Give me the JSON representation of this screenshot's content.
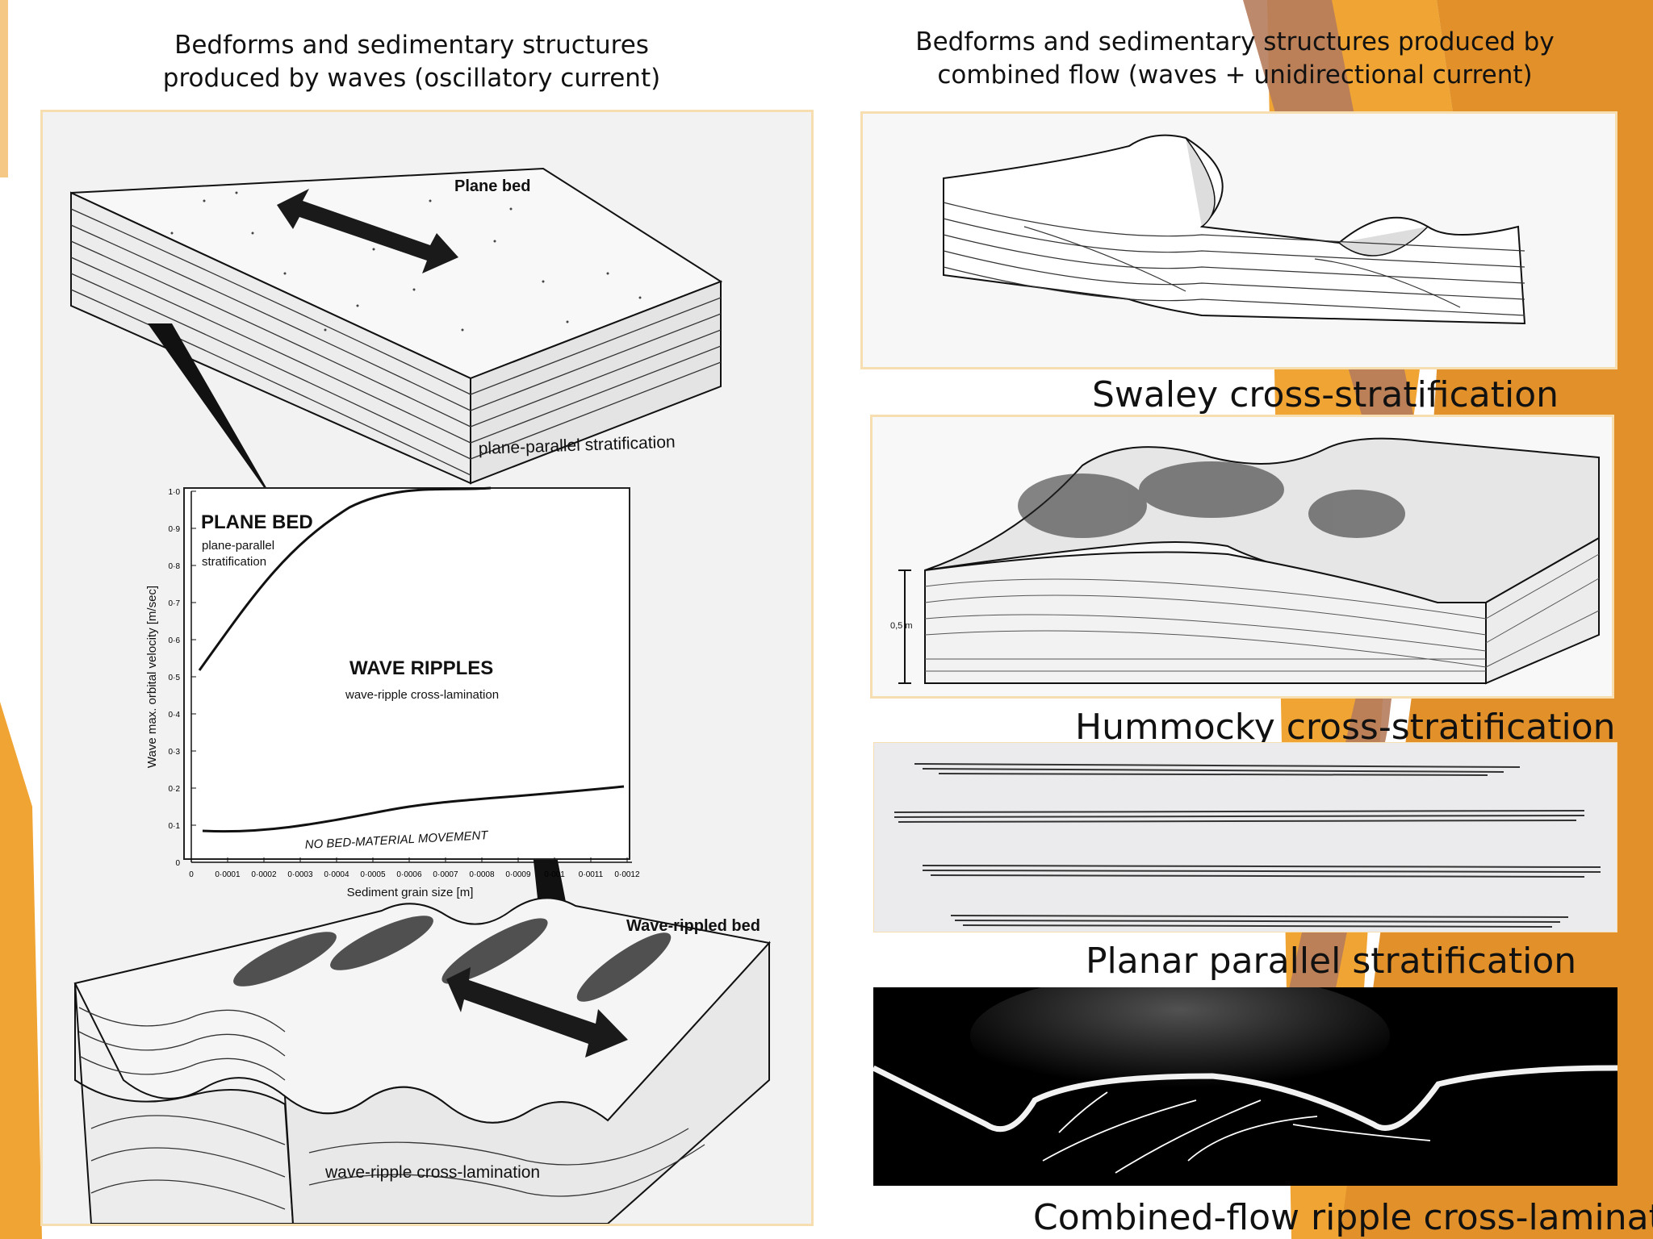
{
  "headings": {
    "left": "Bedforms and sedimentary structures produced by waves (oscillatory current)",
    "right": "Bedforms and sedimentary structures produced by combined flow (waves + unidirectional current)"
  },
  "left_figure": {
    "plane_bed_label": "Plane bed",
    "plane_parallel_label": "plane-parallel stratification",
    "wave_rippled_bed_label": "Wave-rippled bed",
    "wave_ripple_xlam_label": "wave-ripple cross-lamination",
    "chart": {
      "region_plane_bed": "PLANE BED",
      "region_plane_bed_sub_1": "plane-parallel",
      "region_plane_bed_sub_2": "stratification",
      "region_wave_ripples": "WAVE RIPPLES",
      "region_wave_ripples_sub": "wave-ripple cross-lamination",
      "region_no_movement": "NO BED-MATERIAL MOVEMENT",
      "ylabel": "Wave max. orbital velocity [m/sec]",
      "xlabel": "Sediment grain size [m]",
      "y_ticks": [
        "0",
        "0·1",
        "0·2",
        "0·3",
        "0·4",
        "0·5",
        "0·6",
        "0·7",
        "0·8",
        "0·9",
        "1·0"
      ],
      "x_ticks": [
        "0",
        "0·0001",
        "0·0002",
        "0·0003",
        "0·0004",
        "0·0005",
        "0·0006",
        "0·0007",
        "0·0008",
        "0·0009",
        "0·001",
        "0·0011",
        "0·0012"
      ]
    }
  },
  "right_panels": {
    "swaley_caption": "Swaley cross-stratification",
    "hummocky_caption": "Hummocky cross-stratification",
    "hummocky_scale": "0,5 m",
    "planar_caption": "Planar parallel stratification",
    "combined_caption": "Combined-flow ripple cross-lamination"
  },
  "colors": {
    "accent_orange": "#f0a433",
    "accent_orange_dark": "#e2912a",
    "accent_brown": "#b57c5c",
    "frame": "#f6deb0"
  }
}
